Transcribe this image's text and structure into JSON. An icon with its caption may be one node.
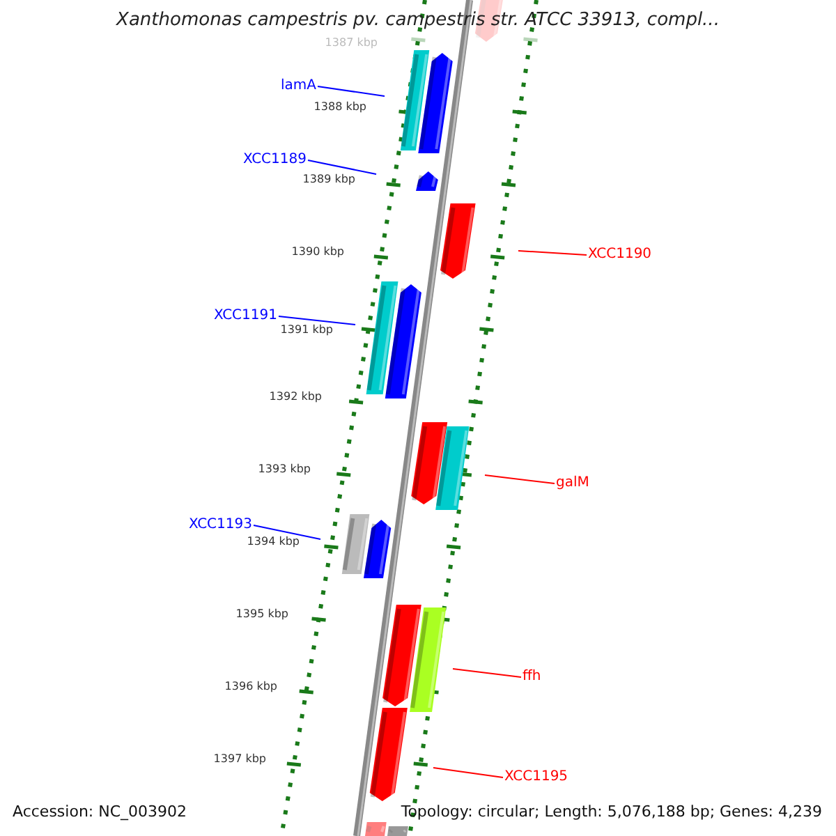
{
  "diagram": {
    "title": "Xanthomonas campestris pv. campestris str. ATCC 33913, compl...",
    "nodes": [
      {
        "text": [
          "lamA"
        ]
      },
      {
        "text": [
          "XCC1189"
        ]
      },
      {
        "text": [
          "XCC1190"
        ]
      },
      {
        "text": [
          "XCC1191"
        ]
      },
      {
        "text": [
          "galM"
        ]
      },
      {
        "text": [
          "XCC1193"
        ]
      },
      {
        "text": [
          "ffh"
        ]
      },
      {
        "text": [
          "XCC1195"
        ]
      }
    ],
    "edges": [
      {
        "from": 0,
        "to": null,
        "arrow": "none"
      },
      {
        "from": 1,
        "to": null,
        "arrow": "none"
      },
      {
        "from": 2,
        "to": null,
        "arrow": "none",
        "color": "#ff0000"
      },
      {
        "from": 3,
        "to": null,
        "arrow": "none"
      },
      {
        "from": 4,
        "to": null,
        "arrow": "none",
        "color": "#ff0000"
      },
      {
        "from": 5,
        "to": null,
        "arrow": "none"
      },
      {
        "from": 6,
        "to": null,
        "arrow": "none",
        "color": "#ff0000"
      },
      {
        "from": 7,
        "to": null,
        "arrow": "none",
        "color": "#ff0000"
      }
    ],
    "labels": [
      "1387 kbp",
      "1388 kbp",
      "1389 kbp",
      "1390 kbp",
      "1391 kbp",
      "1392 kbp",
      "1393 kbp",
      "1394 kbp",
      "1395 kbp",
      "1396 kbp",
      "1397 kbp",
      "Accession: NC_003902",
      "Topology: circular; Length: 5,076,188 bp; Genes: 4,239"
    ]
  }
}
